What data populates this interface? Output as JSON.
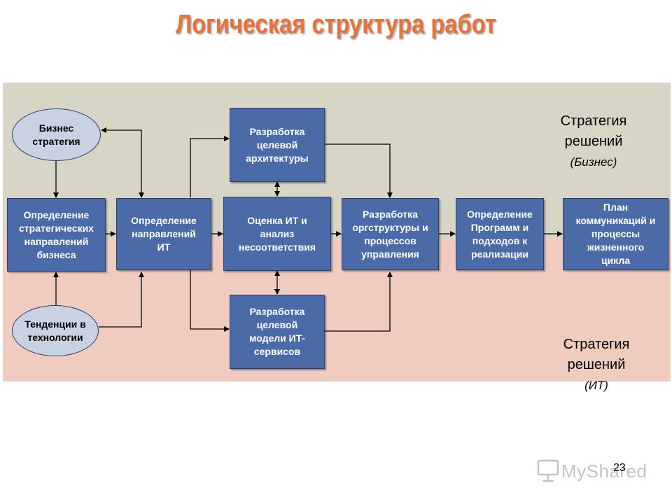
{
  "title": "Логическая структура работ",
  "bands": {
    "business_label": "Стратегия\nрешений",
    "business_sub": "(Бизнес)",
    "it_label": "Стратегия\nрешений",
    "it_sub": "(ИТ)"
  },
  "nodes": {
    "business_strategy": "Бизнес\nстратегия",
    "tech_trends": "Тенденции в\nтехнологии",
    "define_business": "Определение\nстратегических\nнаправлений\nбизнеса",
    "define_it": "Определение\nнаправлений\nИТ",
    "target_architecture": "Разработка\nцелевой\nархитектуры",
    "it_assessment": "Оценка ИТ и\nанализ\nнесоответствия",
    "target_services": "Разработка\nцелевой\nмодели ИТ-\nсервисов",
    "org_structure": "Разработка\nоргструктуры и\nпроцессов\nуправления",
    "programs": "Определение\nПрограмм и\nподходов к\nреализации",
    "communications": "План\nкоммуникаций и\nпроцессы\nжизненного\nцикла"
  },
  "colors": {
    "title": "#e8733a",
    "box_fill": "#4a6aa8",
    "ellipse_fill": "#c8d2e3",
    "band_business": "#d7d5c5",
    "band_it": "#f0cbc0"
  },
  "page_number": "23",
  "watermark": "MyShared"
}
